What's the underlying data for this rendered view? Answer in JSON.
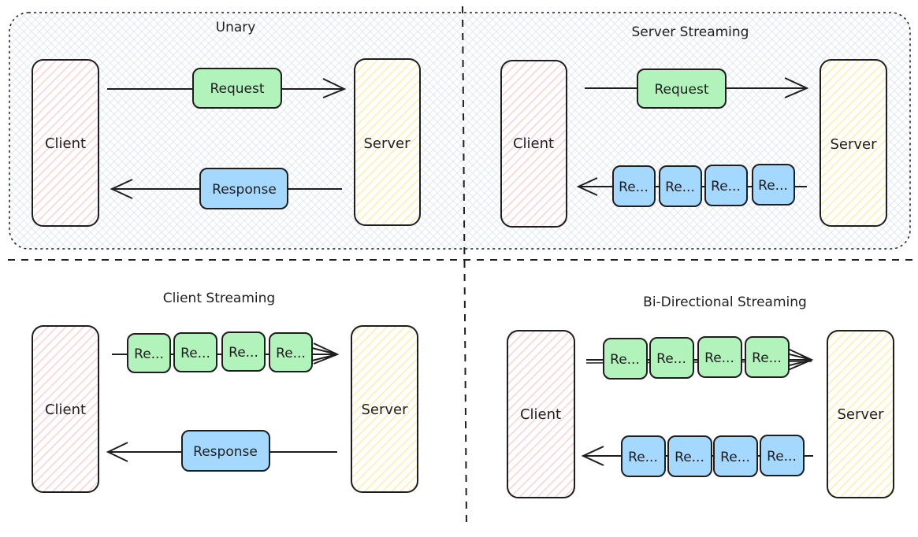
{
  "panels": {
    "unary": {
      "title": "Unary",
      "client_label": "Client",
      "server_label": "Server",
      "request_label": "Request",
      "response_label": "Response"
    },
    "server_streaming": {
      "title": "Server Streaming",
      "client_label": "Client",
      "server_label": "Server",
      "request_label": "Request",
      "responses": [
        "Re...",
        "Re...",
        "Re...",
        "Re..."
      ]
    },
    "client_streaming": {
      "title": "Client Streaming",
      "client_label": "Client",
      "server_label": "Server",
      "requests": [
        "Re...",
        "Re...",
        "Re...",
        "Re..."
      ],
      "response_label": "Response"
    },
    "bidi_streaming": {
      "title": "Bi-Directional Streaming",
      "client_label": "Client",
      "server_label": "Server",
      "requests": [
        "Re...",
        "Re...",
        "Re...",
        "Re..."
      ],
      "responses": [
        "Re...",
        "Re...",
        "Re...",
        "Re..."
      ]
    }
  },
  "colors": {
    "client_hatch": "#ffc9c9",
    "server_hatch": "#ffec99",
    "request_fill": "#b2f2bb",
    "response_fill": "#a5d8ff",
    "stroke": "#1e1e1e",
    "highlight_hatch": "#dbe4ee"
  }
}
